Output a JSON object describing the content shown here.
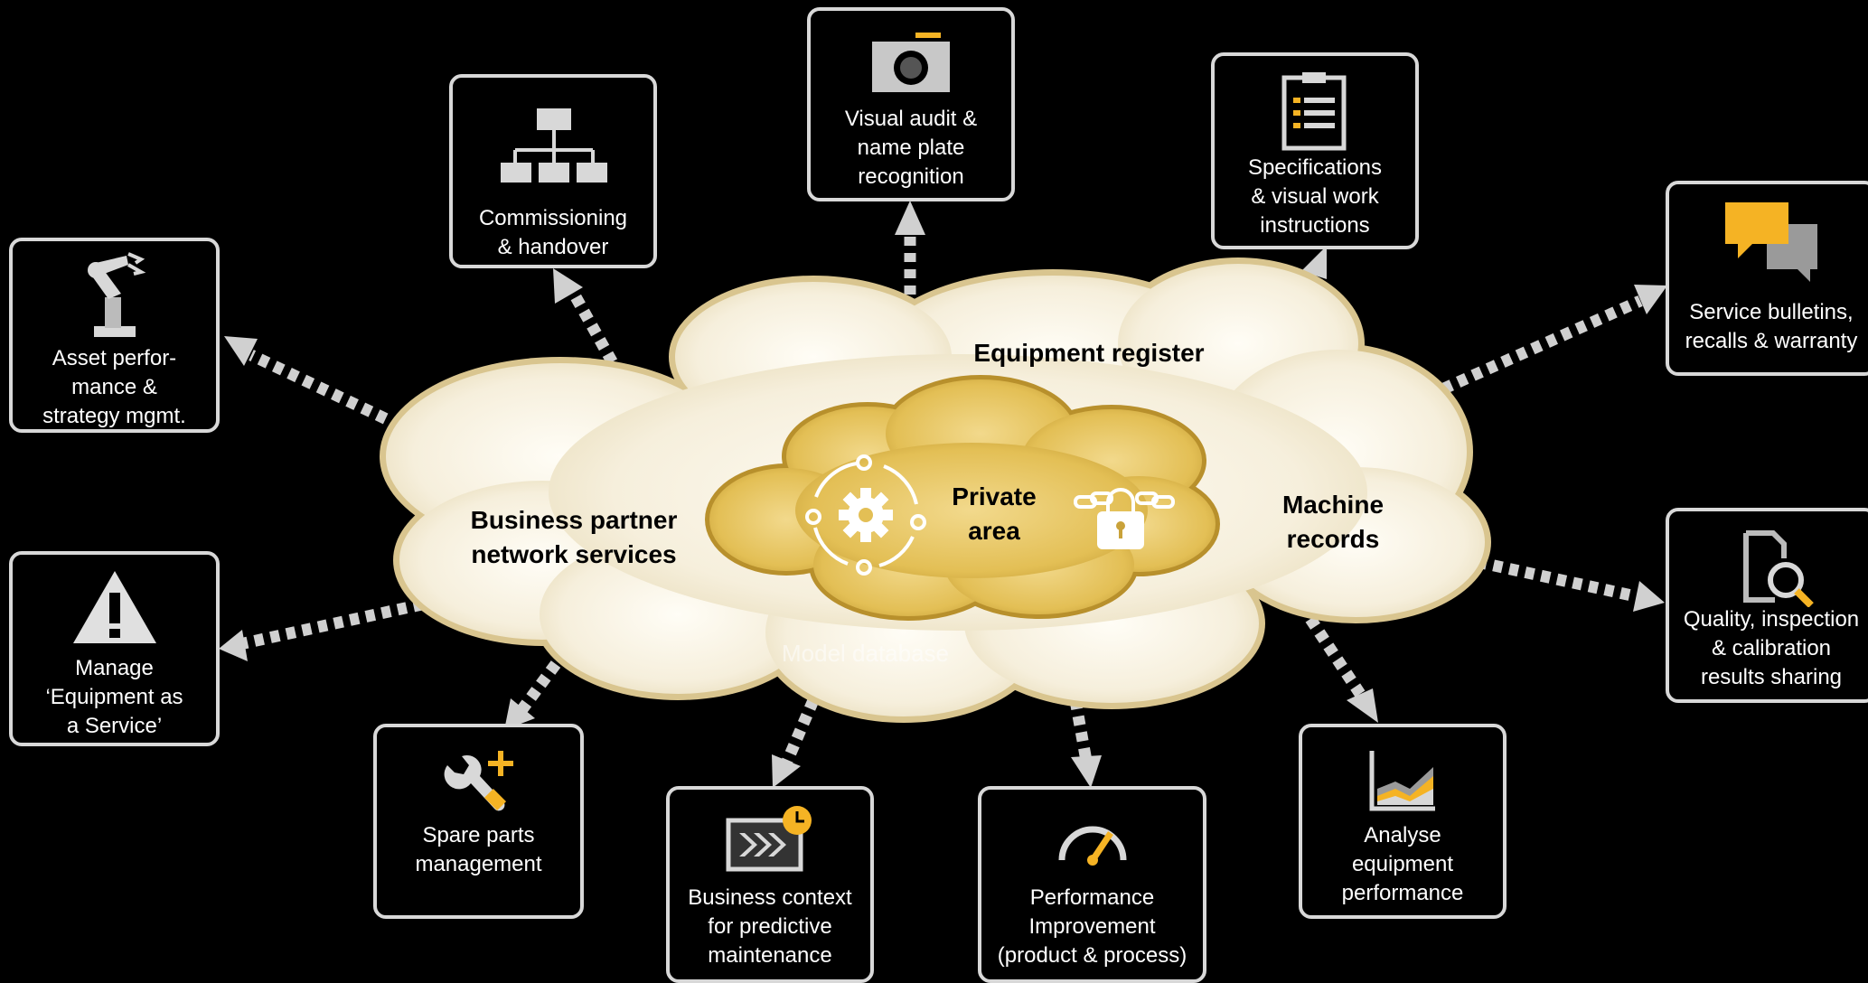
{
  "cloud": {
    "equipment_register": "Equipment register",
    "business_partner": "Business partner\nnetwork services",
    "private_area": "Private\narea",
    "machine_records": "Machine\nrecords",
    "model_database": "Model database"
  },
  "boxes": {
    "visual_audit": "Visual audit &\nname plate\nrecognition",
    "commissioning": "Commissioning\n& handover",
    "specifications": "Specifications\n& visual work\ninstructions",
    "asset_performance": "Asset perfor-\nmance &\nstrategy mgmt.",
    "service_bulletins": "Service bulletins,\nrecalls & warranty",
    "manage_eaas": "Manage\n‘Equipment as\na Service’",
    "quality_inspection": "Quality, inspection\n& calibration\nresults sharing",
    "spare_parts": "Spare parts\nmanagement",
    "business_context": "Business context\nfor predictive\nmaintenance",
    "performance_improvement": "Performance\nImprovement\n(product & process)",
    "analyse_equipment": "Analyse\nequipment\nperformance"
  },
  "colors": {
    "accent": "#f5b324",
    "cloud": "#f6efdc",
    "cloud_edge": "#d9c58f",
    "private_cloud": "#e6c357",
    "arrow": "#d0d0d0",
    "box_border": "#d8d8d8"
  },
  "icons": {
    "visual_audit": "camera-icon",
    "commissioning": "hierarchy-icon",
    "specifications": "clipboard-icon",
    "asset_performance": "robot-arm-icon",
    "service_bulletins": "chat-bubbles-icon",
    "manage_eaas": "warning-icon",
    "quality_inspection": "document-search-icon",
    "spare_parts": "wrench-plus-icon",
    "business_context": "clock-flow-icon",
    "performance_improvement": "gauge-icon",
    "analyse_equipment": "area-chart-icon",
    "private_area_left": "gear-cycle-icon",
    "private_area_right": "chain-lock-icon"
  }
}
